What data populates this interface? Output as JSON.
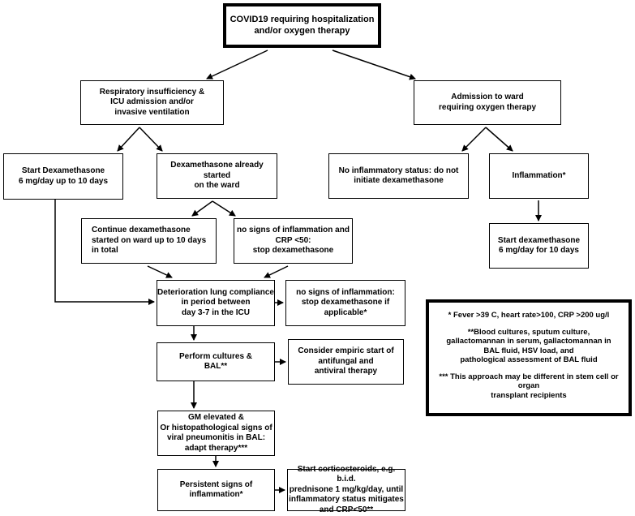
{
  "boxes": {
    "top": "COVID19 requiring hospitalization\nand/or oxygen therapy",
    "icu": "Respiratory insufficiency &\nICU admission and/or\ninvasive ventilation",
    "ward": "Admission to ward\nrequiring oxygen therapy",
    "start_dexa": "Start Dexamethasone\n6 mg/day up to 10 days",
    "already_started": "Dexamethasone already started\non the ward",
    "no_inflam_ward": "No inflammatory status: do not\ninitiate  dexamethasone",
    "inflammation": "Inflammation*",
    "continue_dexa": "Continue dexamethasone\nstarted on ward up to 10 days\nin total",
    "no_signs_crp": "no signs of inflammation and\nCRP <50:\nstop dexamethasone",
    "start_dexa_ward": "Start dexamethasone\n6 mg/day for 10 days",
    "deterioration": "Deterioration lung compliance\nin period between\nday 3-7 in the ICU",
    "no_signs_stop": "no signs of inflammation:\nstop dexamethasone if\napplicable*",
    "cultures": "Perform cultures &\nBAL**",
    "empiric": "Consider empiric start of\nantifungal and\nantiviral therapy",
    "gm_elevated": "GM elevated &\nOr histopathological signs of\nviral pneumonitis in BAL:\nadapt therapy***",
    "persistent": "Persistent signs of\ninflammation*",
    "corticosteroids": "Start corticosteroids, e.g. b.i.d.\nprednisone 1 mg/kg/day, until\ninflammatory status mitigates\nand CRP<50**"
  },
  "notes": {
    "fever": "* Fever >39 C, heart rate>100, CRP >200 ug/l",
    "cultures": "**Blood cultures, sputum culture,\ngallactomannan in serum, gallactomannan in\nBAL fluid, HSV load, and\npathological assessment of BAL fluid",
    "approach": "*** This approach may be different in stem cell or organ\ntransplant recipients"
  }
}
